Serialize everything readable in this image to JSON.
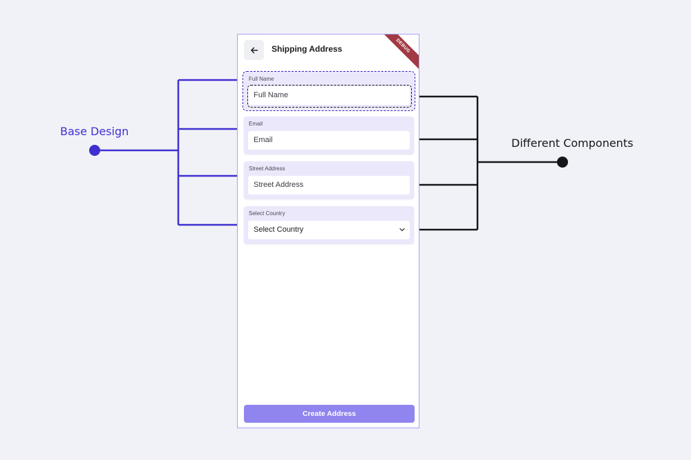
{
  "annotations": {
    "left_label": "Base Design",
    "right_label": "Different Components",
    "left_color": "#3f2fd0",
    "right_color": "#16161a"
  },
  "app": {
    "title": "Shipping Address",
    "back_icon": "arrow-left-icon",
    "debug_badge": "DEBUG",
    "fields": [
      {
        "label": "Full Name",
        "placeholder": "Full Name",
        "kind": "text"
      },
      {
        "label": "Email",
        "placeholder": "Email",
        "kind": "text"
      },
      {
        "label": "Street Address",
        "placeholder": "Street Address",
        "kind": "text"
      },
      {
        "label": "Select Country",
        "placeholder": "Select Country",
        "kind": "select"
      }
    ],
    "submit_label": "Create Address",
    "accent": "#9085ef",
    "card_bg": "#ebe8fb"
  }
}
